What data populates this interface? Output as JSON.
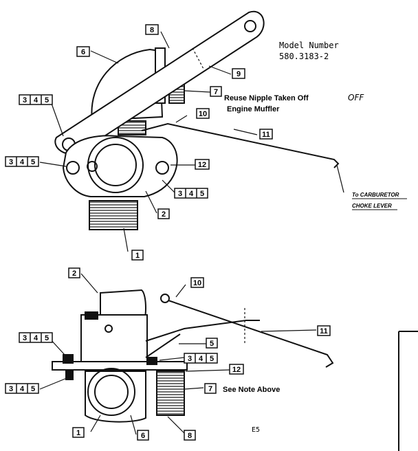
{
  "header": {
    "model_label": "Model Number",
    "model_number": "580.3183-2"
  },
  "notes": {
    "reuse_line1": "Reuse Nipple Taken Off",
    "reuse_hand": "OFF",
    "reuse_line2": "Engine Muffler",
    "see_note": "See Note Above",
    "carb_line1": "To CARBURETOR",
    "carb_line2": "CHOKE LEVER"
  },
  "parts": {
    "p1": "1",
    "p2": "2",
    "p5": "5",
    "p6": "6",
    "p7": "7",
    "p8": "8",
    "p9": "9",
    "p10": "10",
    "p11": "11",
    "p12": "12",
    "d3": "3",
    "d4": "4",
    "d5": "5"
  },
  "footer": {
    "page_code": "E5"
  }
}
